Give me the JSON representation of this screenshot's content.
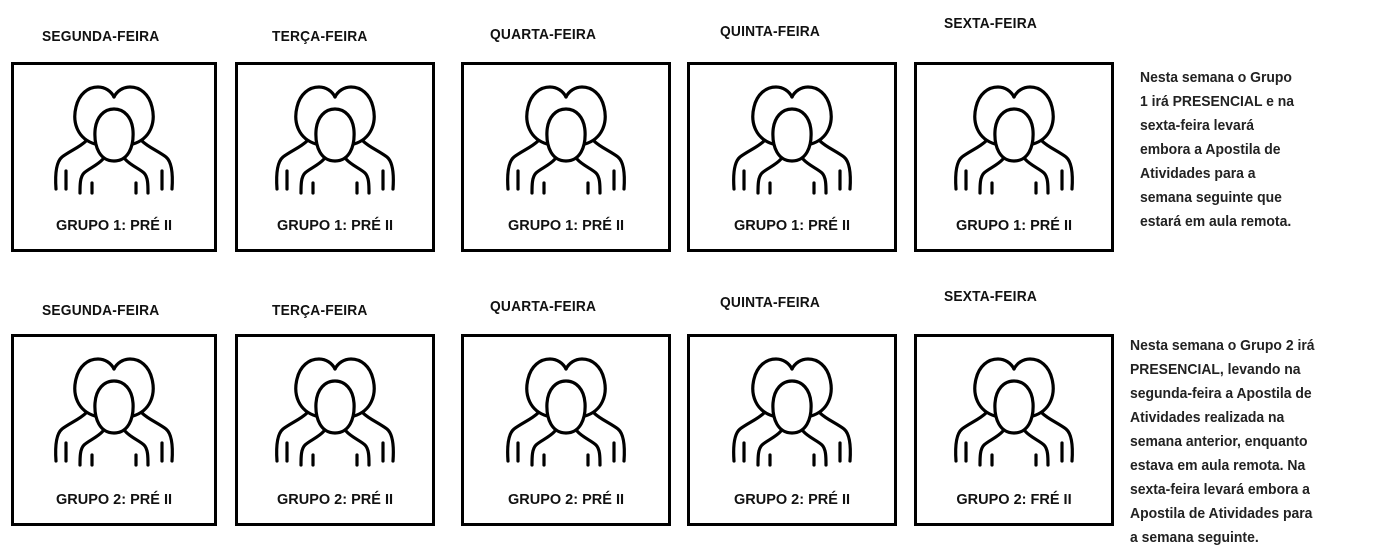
{
  "rows": [
    {
      "days": [
        "SEGUNDA-FEIRA",
        "TERÇA-FEIRA",
        "QUARTA-FEIRA",
        "QUINTA-FEIRA",
        "SEXTA-FEIRA"
      ],
      "cards": [
        "GRUPO 1: PRÉ II",
        "GRUPO 1: PRÉ II",
        "GRUPO 1: PRÉ II",
        "GRUPO 1: PRÉ II",
        "GRUPO 1: PRÉ II"
      ],
      "note_lines": [
        "Nesta semana o Grupo",
        "1 irá PRESENCIAL e na",
        "sexta-feira levará",
        "embora a Apostila de",
        "Atividades para a",
        "semana seguinte que",
        "estará em aula remota."
      ]
    },
    {
      "days": [
        "SEGUNDA-FEIRA",
        "TERÇA-FEIRA",
        "QUARTA-FEIRA",
        "QUINTA-FEIRA",
        "SEXTA-FEIRA"
      ],
      "cards": [
        "GRUPO 2: PRÉ II",
        "GRUPO 2: PRÉ II",
        "GRUPO 2: PRÉ II",
        "GRUPO 2: PRÉ II",
        "GRUPO 2: FRÉ II"
      ],
      "note_lines": [
        "Nesta semana o Grupo 2 irá",
        "PRESENCIAL, levando na",
        "segunda-feira a Apostila de",
        "Atividades realizada na",
        "semana anterior, enquanto",
        "estava em aula remota. Na",
        "sexta-feira levará embora a",
        "Apostila de Atividades para",
        "a semana seguinte."
      ]
    }
  ],
  "icon": "group-of-people-icon"
}
